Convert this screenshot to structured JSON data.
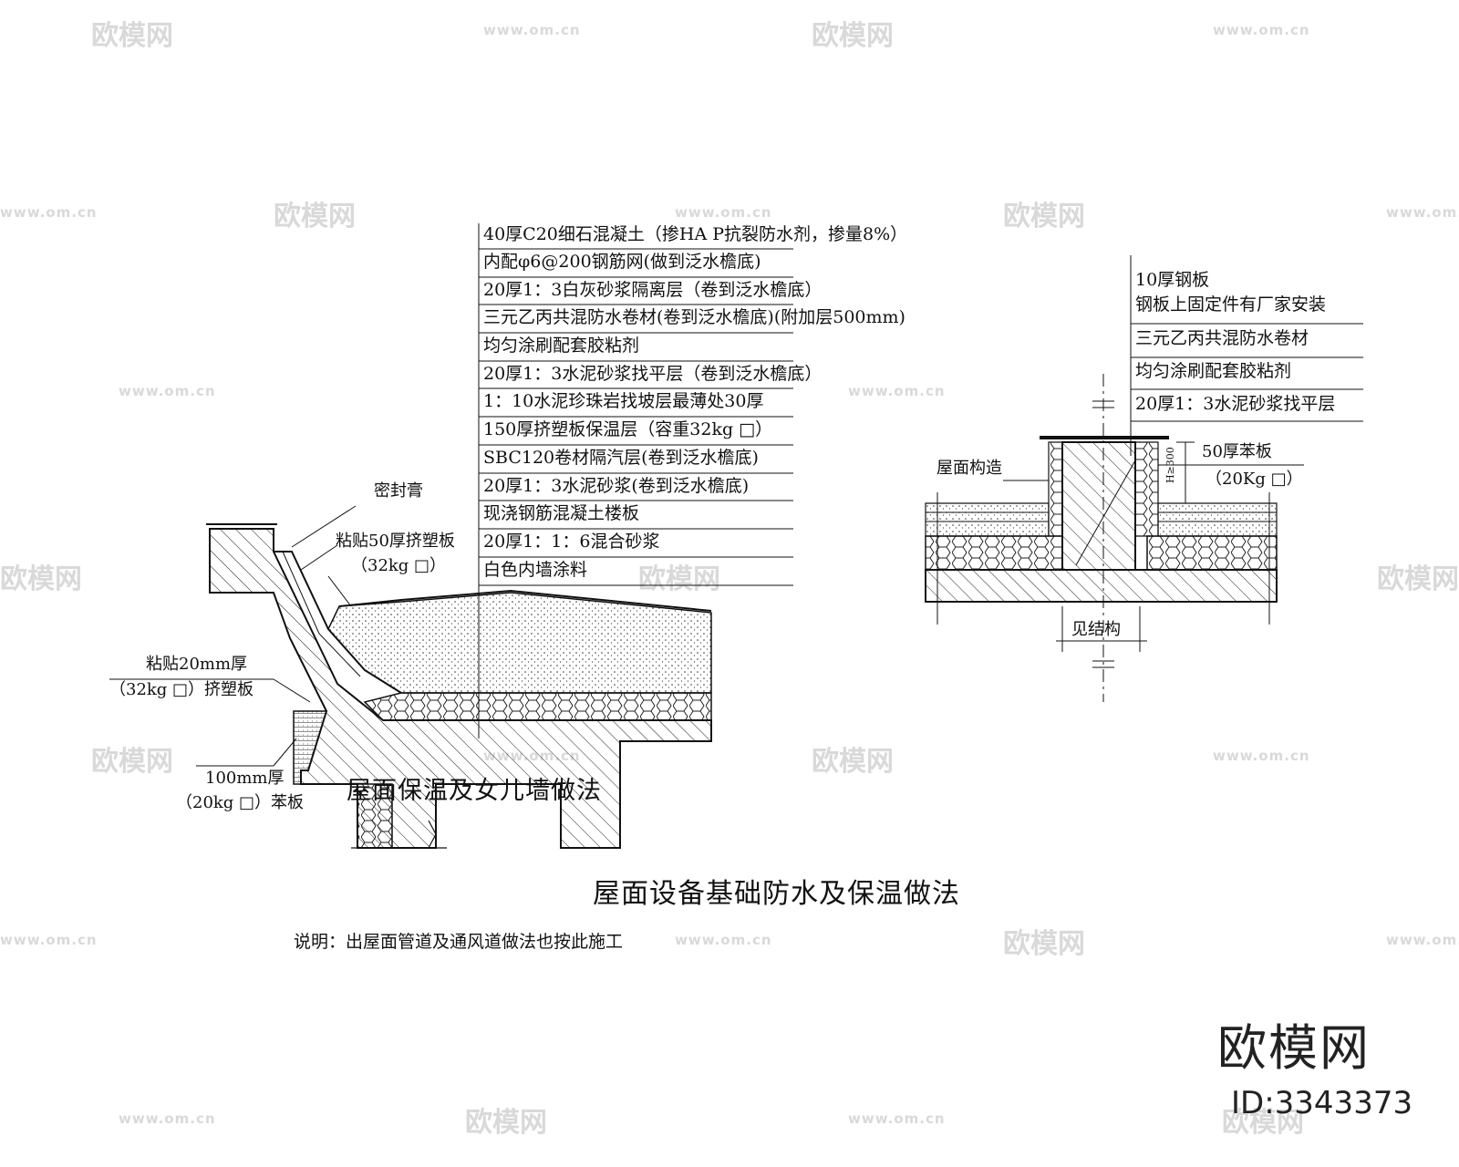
{
  "watermark": {
    "brand": "欧模网",
    "url": "www.om.cn"
  },
  "brand": {
    "name": "欧模网",
    "id": "ID:3343373"
  },
  "left_detail": {
    "layers": [
      "40厚C20细石混凝土（掺HA P抗裂防水剂，掺量8%）",
      "内配φ6@200钢筋网(做到泛水檐底)",
      "20厚1：3白灰砂浆隔离层（卷到泛水檐底）",
      "三元乙丙共混防水卷材(卷到泛水檐底)(附加层500mm)",
      "均匀涂刷配套胶粘剂",
      "20厚1：3水泥砂浆找平层（卷到泛水檐底）",
      "1：10水泥珍珠岩找坡层最薄处30厚",
      "150厚挤塑板保温层（容重32kg □）",
      "SBC120卷材隔汽层(卷到泛水檐底)",
      "20厚1：3水泥砂浆(卷到泛水檐底)",
      "现浇钢筋混凝土楼板",
      "20厚1：1：6混合砂浆",
      "白色内墙涂料"
    ],
    "notes": {
      "sealant": "密封膏",
      "xps50": "粘贴50厚挤塑板",
      "xps50_density": "（32kg □）",
      "xps20": "粘贴20mm厚",
      "xps20_density": "（32kg □）挤塑板",
      "eps100": "100mm厚",
      "eps100_density": "（20kg □）苯板"
    },
    "title": "屋面保温及女儿墙做法"
  },
  "right_detail": {
    "layers": [
      "10厚钢板",
      "钢板上固定件有厂家安装",
      "三元乙丙共混防水卷材",
      "均匀涂刷配套胶粘剂",
      "20厚1：3水泥砂浆找平层"
    ],
    "notes": {
      "roof_construction": "屋面构造",
      "eps50": "50厚苯板",
      "eps50_density": "（20Kg □）",
      "height_dim": "H≥300",
      "see_structure": "见结构"
    },
    "title": "屋面设备基础防水及保温做法"
  },
  "remark": "说明：出屋面管道及通风道做法也按此施工"
}
